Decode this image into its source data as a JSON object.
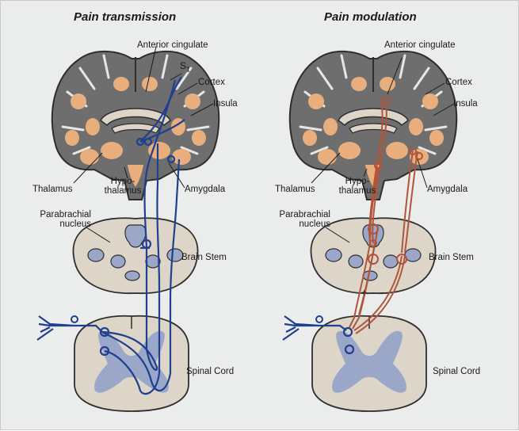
{
  "colors": {
    "background": "#ebecec",
    "brain_gray": "#6e6e6e",
    "brain_outline": "#2e2e2e",
    "nuclei": "#e9ae7e",
    "beige": "#dcd5c8",
    "gray_matter_blue": "#9aa7c9",
    "transmission_pathway": "#1f3f8f",
    "modulation_pathway": "#b0543a"
  },
  "panels": {
    "left": {
      "title": "Pain transmission",
      "labels": {
        "anterior_cingulate": "Anterior cingulate",
        "s1": "S",
        "s1_sub": "1",
        "cortex": "Cortex",
        "insula": "Insula",
        "thalamus": "Thalamus",
        "hypothalamus": "Hypo-thalamus",
        "amygdala": "Amygdala",
        "parabrachial": "Parabrachial nucleus",
        "brain_stem": "Brain Stem",
        "spinal_cord": "Spinal Cord"
      }
    },
    "right": {
      "title": "Pain modulation",
      "labels": {
        "anterior_cingulate": "Anterior cingulate",
        "cortex": "Cortex",
        "insula": "Insula",
        "thalamus": "Thalamus",
        "hypothalamus": "Hypo-thalamus",
        "amygdala": "Amygdala",
        "parabrachial": "Parabrachial nucleus",
        "brain_stem": "Brain Stem",
        "plus": "+",
        "minus": "-",
        "spinal_cord": "Spinal Cord"
      }
    }
  }
}
